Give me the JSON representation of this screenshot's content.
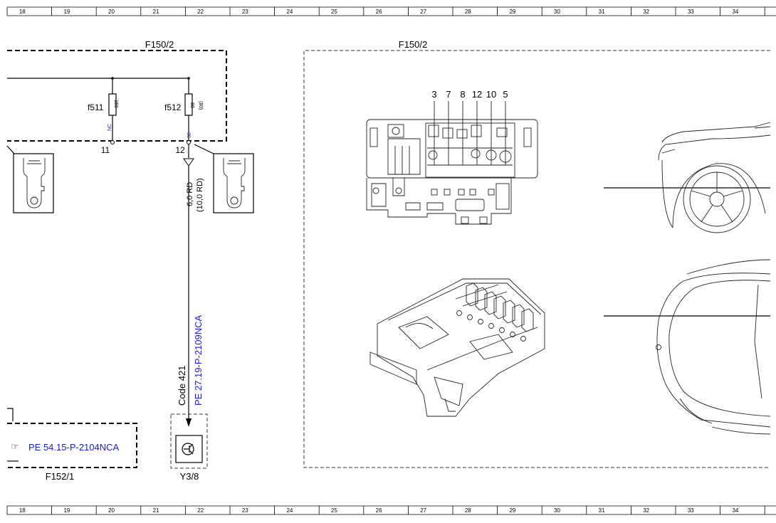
{
  "ruler": {
    "columns": [
      "18",
      "19",
      "20",
      "21",
      "22",
      "23",
      "24",
      "25",
      "26",
      "27",
      "28",
      "29",
      "30",
      "31",
      "32",
      "33",
      "34"
    ]
  },
  "fuse_box": {
    "label": "F150/2",
    "fuses": [
      {
        "name": "f511",
        "rating": "150",
        "pin": "11",
        "net": "NC"
      },
      {
        "name": "f512",
        "rating": "80",
        "rating_alt": "(80)",
        "pin": "12",
        "net": "30"
      }
    ]
  },
  "wire": {
    "spec": "6,0 RD",
    "spec_alt": "(10,0 RD)",
    "reference": "PE 27.19-P-2109NCA",
    "code": "Code 421"
  },
  "component_y38": {
    "label": "Y3/8"
  },
  "component_f152": {
    "label": "F152/1",
    "reference": "PE 54.15-P-2104NCA"
  },
  "location_view": {
    "label": "F150/2",
    "slot_numbers": [
      "3",
      "7",
      "8",
      "12",
      "10",
      "5"
    ]
  }
}
